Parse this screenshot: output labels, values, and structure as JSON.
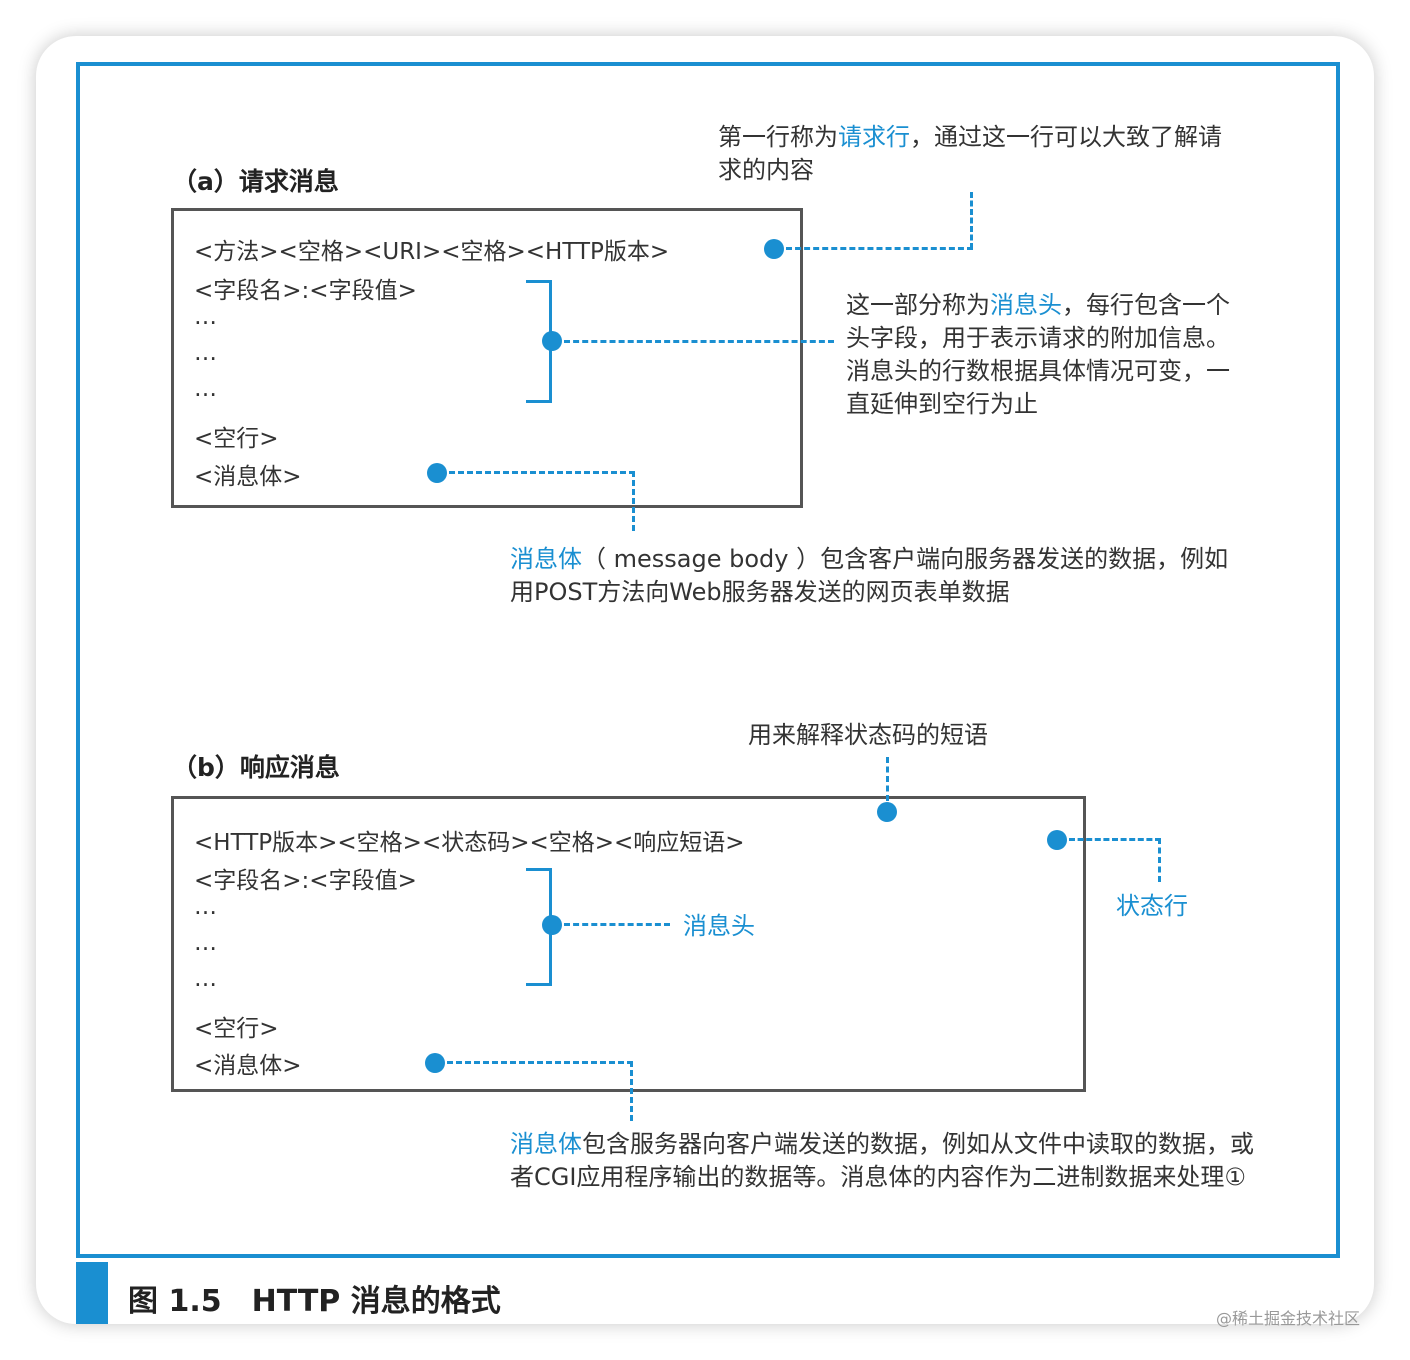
{
  "request": {
    "title": "（a）请求消息",
    "lines": [
      "<方法><空格><URI><空格><HTTP版本>",
      "<字段名>:<字段值>",
      "…",
      "…",
      "…",
      "<空行>",
      "<消息体>"
    ],
    "note_first_line": {
      "pre": "第一行称为",
      "hl": "请求行",
      "post": "，通过这一行可以大致了解请求的内容"
    },
    "note_headers": {
      "pre": "这一部分称为",
      "hl": "消息头",
      "post": "，每行包含一个头字段，用于表示请求的附加信息。消息头的行数根据具体情况可变，一直延伸到空行为止"
    },
    "note_body": {
      "hl": "消息体",
      "post": "（ message body ）包含客户端向服务器发送的数据，例如用POST方法向Web服务器发送的网页表单数据"
    }
  },
  "response": {
    "title": "（b）响应消息",
    "lines": [
      "<HTTP版本><空格><状态码><空格><响应短语>",
      "<字段名>:<字段值>",
      "…",
      "…",
      "…",
      "<空行>",
      "<消息体>"
    ],
    "note_phrase": "用来解释状态码的短语",
    "note_status_line": "状态行",
    "note_headers": "消息头",
    "note_body": {
      "hl": "消息体",
      "post": "包含服务器向客户端发送的数据，例如从文件中读取的数据，或者CGI应用程序输出的数据等。消息体的内容作为二进制数据来处理①"
    }
  },
  "caption": "图 1.5　HTTP 消息的格式",
  "watermark": "@稀土掘金技术社区",
  "colors": {
    "accent": "#1a8fd1",
    "frame": "#555555"
  }
}
